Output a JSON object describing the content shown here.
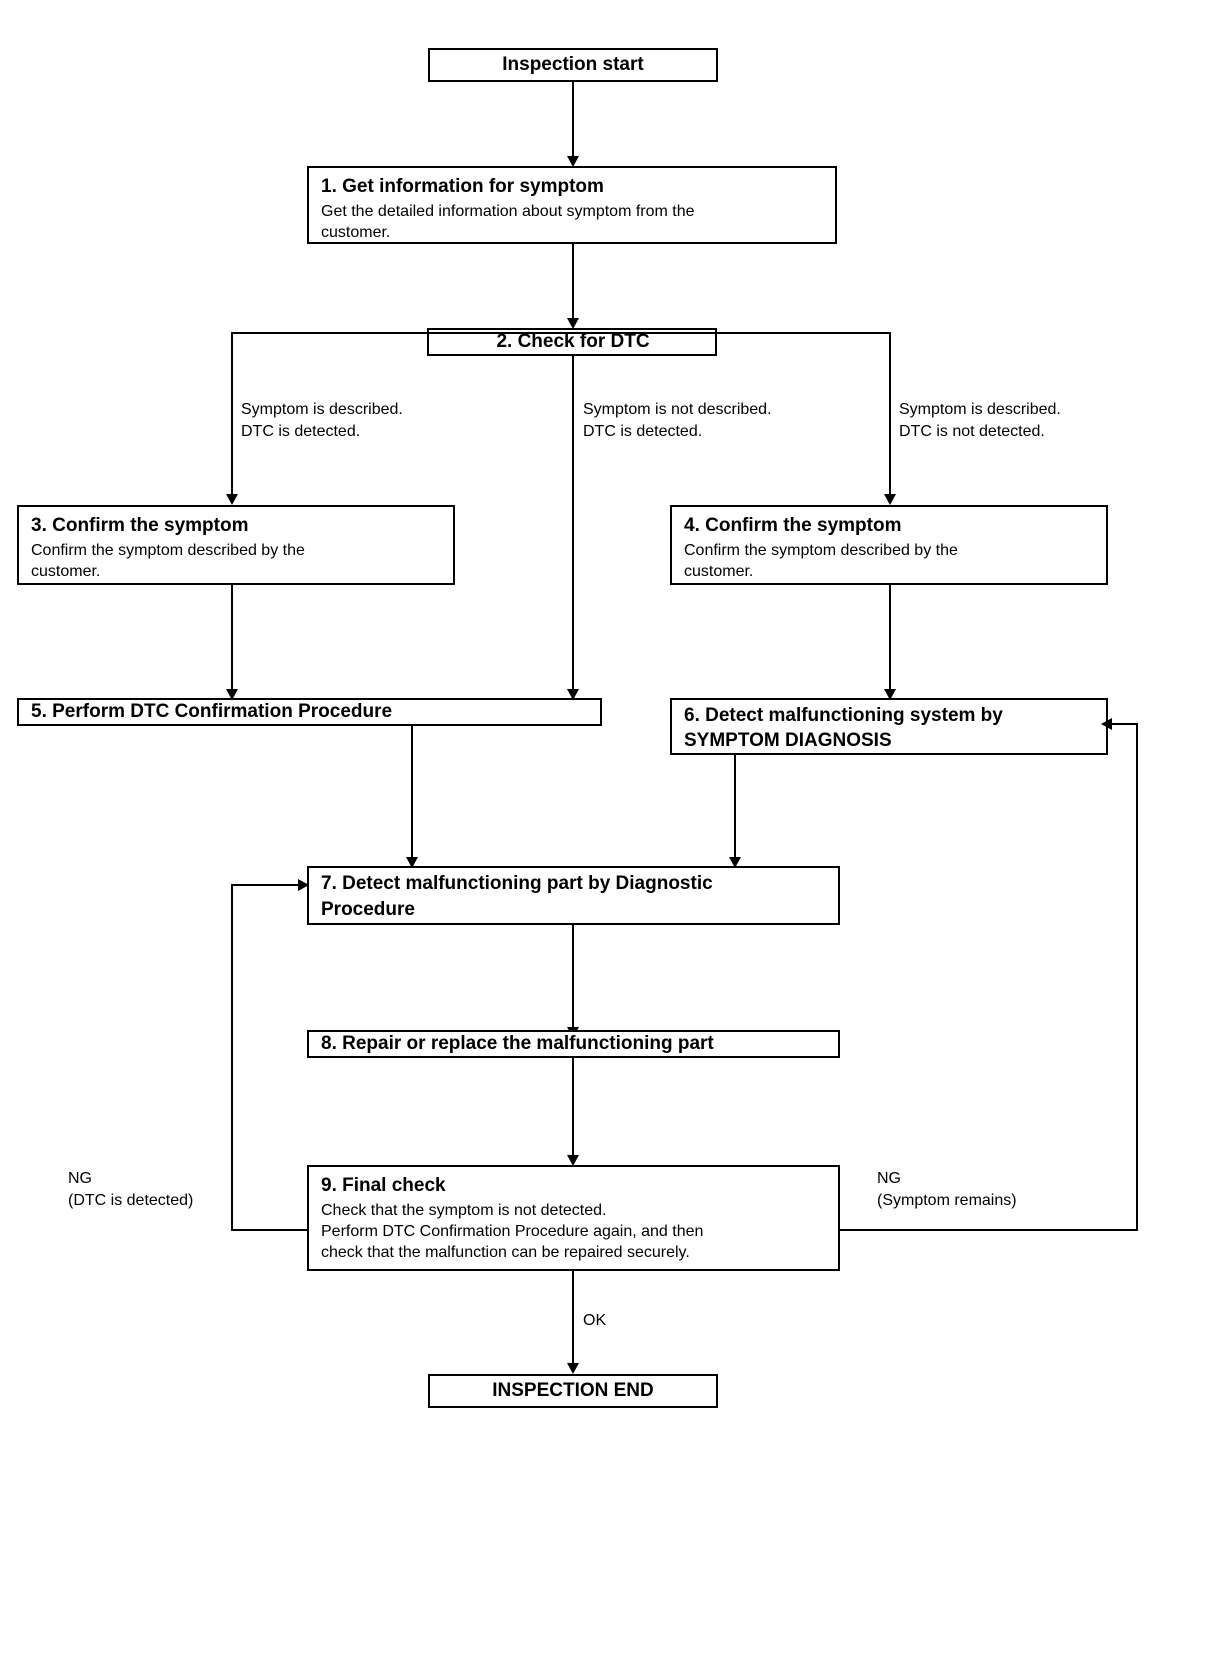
{
  "diagram": {
    "title": "Inspection / diagnosis flowchart",
    "type": "flowchart",
    "background_color": "#ffffff",
    "line_color": "#000000",
    "text_color": "#000000"
  },
  "nodes": {
    "start": {
      "label": "Inspection start"
    },
    "step1": {
      "title": "1. Get information for symptom",
      "body": "Get the detailed information about symptom from the\ncustomer."
    },
    "step2": {
      "title": "2. Check for DTC"
    },
    "step3": {
      "title": "3. Confirm the symptom",
      "body": "Confirm the symptom described by the\ncustomer."
    },
    "step4": {
      "title": "4. Confirm the symptom",
      "body": "Confirm the symptom described by the\ncustomer."
    },
    "step5": {
      "title": "5. Perform DTC Confirmation Procedure"
    },
    "step6": {
      "title": "6. Detect malfunctioning system by\n     SYMPTOM DIAGNOSIS"
    },
    "step7": {
      "title": "7. Detect malfunctioning part by Diagnostic\n     Procedure"
    },
    "step8": {
      "title": "8. Repair or replace the malfunctioning part"
    },
    "step9": {
      "title": "9. Final check",
      "body": "Check that the symptom is not detected.\nPerform DTC Confirmation Procedure again, and then\ncheck that the malfunction can be repaired securely."
    },
    "end": {
      "label": "INSPECTION END"
    }
  },
  "edge_labels": {
    "branch_left": "Symptom is described.\nDTC is detected.",
    "branch_middle": "Symptom is not described.\nDTC is detected.",
    "branch_right": "Symptom is described.\nDTC is not detected.",
    "ng_left": "NG\n(DTC is detected)",
    "ng_right": "NG\n(Symptom remains)",
    "ok": "OK"
  }
}
